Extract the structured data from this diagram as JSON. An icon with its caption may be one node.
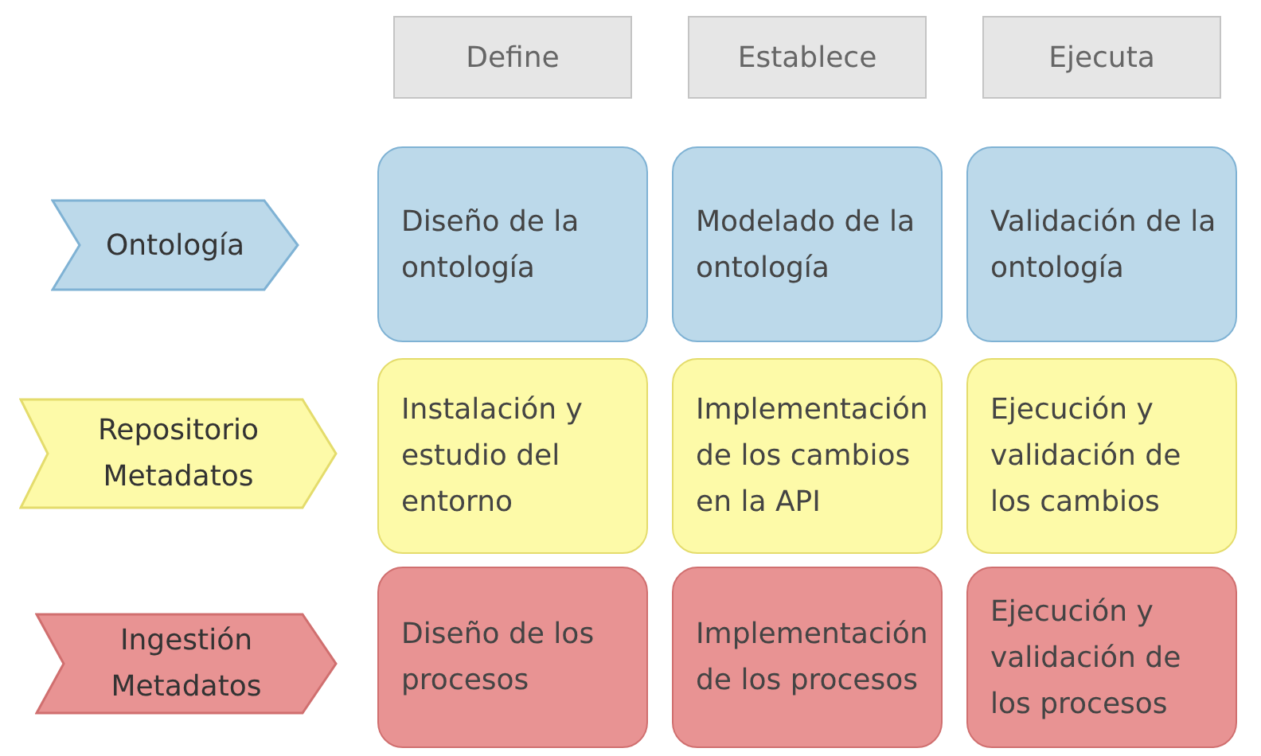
{
  "diagram": {
    "nodes": [
      {
        "text": [
          "Define"
        ]
      },
      {
        "text": [
          "Establece"
        ]
      },
      {
        "text": [
          "Ejecuta"
        ]
      },
      {
        "text": [
          "Ontología"
        ]
      },
      {
        "text": [
          "Diseño de la ontología"
        ]
      },
      {
        "text": [
          "Modelado de la ontología"
        ]
      },
      {
        "text": [
          "Validación de la ontología"
        ]
      },
      {
        "text": [
          "Repositorio Metadatos"
        ]
      },
      {
        "text": [
          "Instalación y estudio del entorno"
        ]
      },
      {
        "text": [
          "Implementación de los cambios en la API"
        ]
      },
      {
        "text": [
          "Ejecución y validación de los cambios"
        ]
      },
      {
        "text": [
          "Ingestión Metadatos"
        ]
      },
      {
        "text": [
          "Diseño de los procesos"
        ]
      },
      {
        "text": [
          "Implementación de los procesos"
        ]
      },
      {
        "text": [
          "Ejecución y validación de los procesos"
        ]
      }
    ],
    "edges": []
  }
}
